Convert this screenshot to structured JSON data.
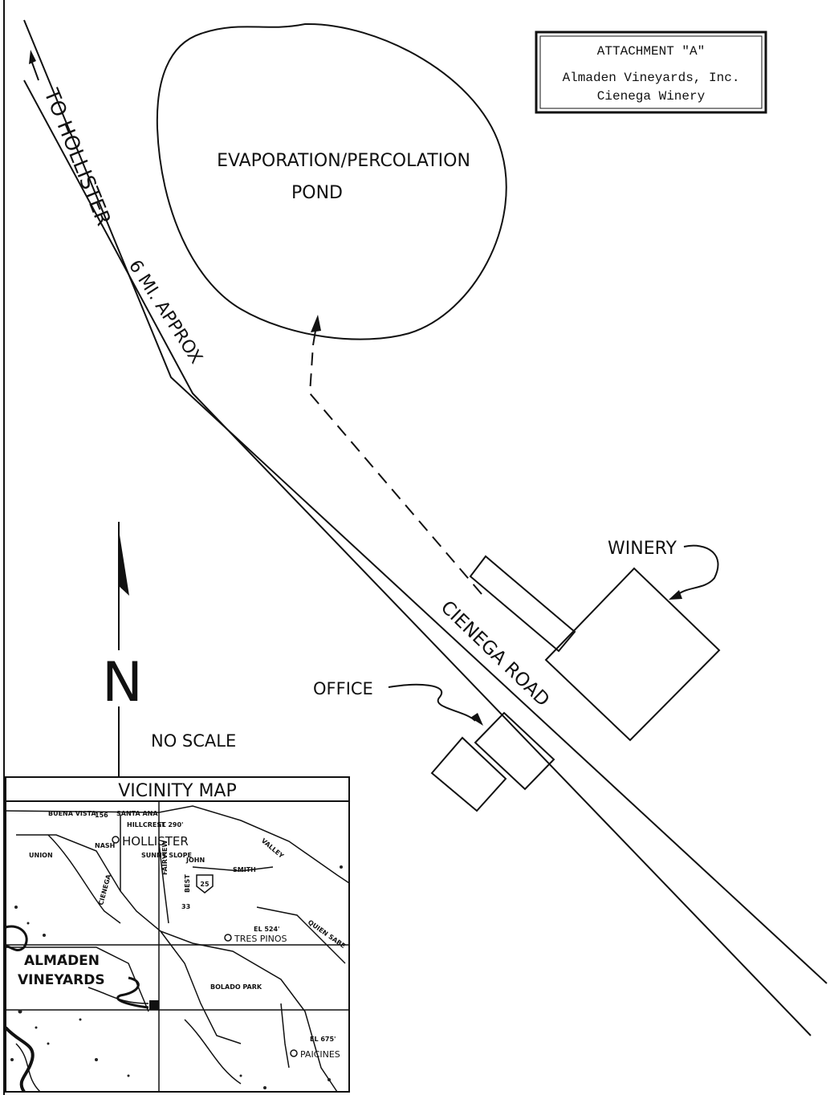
{
  "attachment": {
    "title": "ATTACHMENT \"A\"",
    "line1": "Almaden Vineyards, Inc.",
    "line2": "Cienega Winery"
  },
  "labels": {
    "to_hollister": "TO HOLLISTER",
    "distance": "6 MI. APPROX",
    "pond_line1": "EVAPORATION/PERCOLATION",
    "pond_line2": "POND",
    "winery": "WINERY",
    "office": "OFFICE",
    "road": "CIENEGA ROAD",
    "north": "N",
    "scale": "NO SCALE"
  },
  "vicinity_map": {
    "title": "VICINITY MAP",
    "places": {
      "hollister": "HOLLISTER",
      "tres_pinos": "TRES PINOS",
      "paicines": "PAICINES",
      "almaden_1": "ALMADEN",
      "almaden_2": "VINEYARDS",
      "bolado_park": "BOLADO PARK"
    },
    "roads": {
      "buena_vista": "BUENA VISTA",
      "santa_ana": "SANTA ANA",
      "hillcrest": "HILLCREST",
      "nash": "NASH",
      "john": "JOHN",
      "union": "UNION",
      "cienega": "CIENEGA",
      "fairview": "FAIRVIEW",
      "smith": "SMITH",
      "valley": "VALLEY",
      "sunnyslope": "SUNNY SLOPE",
      "best": "BEST",
      "quien_sabe": "QUIEN SABE"
    },
    "routes": {
      "r25": "25",
      "r156": "156",
      "r33": "33"
    },
    "elevations": {
      "hollister": "EL 290'",
      "tres_pinos": "EL 524'",
      "paicines": "EL 675'"
    }
  }
}
